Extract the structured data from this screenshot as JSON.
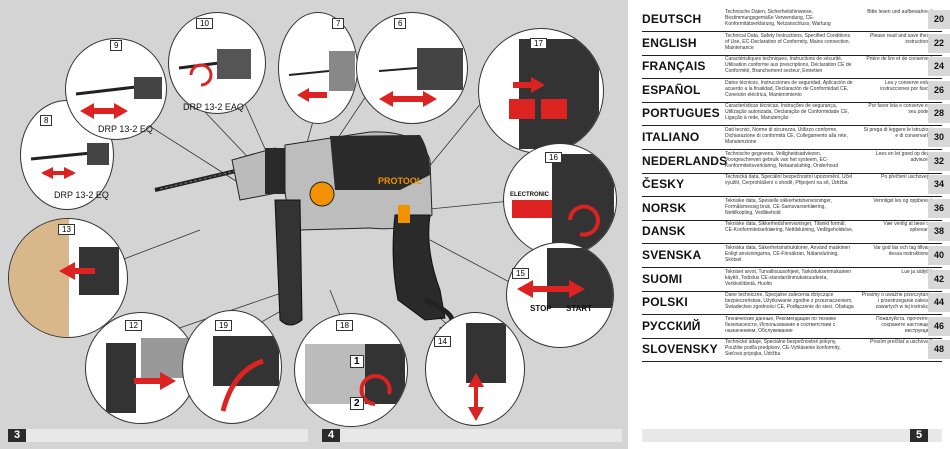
{
  "pages": {
    "left_a": "3",
    "left_b": "4",
    "right": "5"
  },
  "brand": "PROTOOL",
  "figures": {
    "fig8": {
      "num": "8",
      "label": "DRP 13-2 EQ"
    },
    "fig9": {
      "num": "9",
      "label": "DRP 13-2 EQ"
    },
    "fig10": {
      "num": "10",
      "label": "DRP 13-2 EAQ"
    },
    "fig7": {
      "num": "7"
    },
    "fig6": {
      "num": "6"
    },
    "fig17": {
      "num": "17"
    },
    "fig16": {
      "num": "16",
      "label": "ELECTRONIC"
    },
    "fig15": {
      "num": "15",
      "stop": "STOP",
      "start": "START"
    },
    "fig13": {
      "num": "13"
    },
    "fig12": {
      "num": "12"
    },
    "fig19": {
      "num": "19"
    },
    "fig18": {
      "num": "18",
      "step1": "1",
      "step2": "2"
    },
    "fig14": {
      "num": "14"
    }
  },
  "languages": [
    {
      "name": "DEUTSCH",
      "desc": "Technische Daten, Sicherheitshinweise, Bestimmungsgemäße Verwendung, CE-Konformitätserklärung, Netzanschluss, Wartung",
      "note": "Bitte lesen und aufbewahren!",
      "page": "20"
    },
    {
      "name": "ENGLISH",
      "desc": "Technical Data, Safety Instructions, Specified Conditions of Use, EC-Declaration of Conformity, Mains connection, Maintenance",
      "note": "Please read and save these instructions!",
      "page": "22"
    },
    {
      "name": "FRANÇAIS",
      "desc": "Caractéristiques techniques, Instructions de sécurité, Utilisation conforme aux prescriptions, Déclaration CE de Conformité, Branchement secteur, Entretien",
      "note": "Prière de lire et de conserver!",
      "page": "24"
    },
    {
      "name": "ESPAÑOL",
      "desc": "Datos técnicos, Instrucciones de seguridad, Aplicación de acuerdo a la finalidad, Declaración de Conformidad CE, Conexión eléctrica, Mantenimiento",
      "note": "Lea y conserve estas instrucciones por favor!",
      "page": "26"
    },
    {
      "name": "PORTUGUES",
      "desc": "Características técnicas, Instruções de segurança, Utilização autorizada, Declaração de Conformidade CE, Ligação à rede, Manutenção",
      "note": "Por favor leia e conserve em seu poder!",
      "page": "28"
    },
    {
      "name": "ITALIANO",
      "desc": "Dati tecnici, Norme di sicurezza, Utilizzo conforme, Dichiarazione di conformità CE, Collegamento alla rete, Manutenzione",
      "note": "Si prega di leggere le istruzioni e di conservarle!",
      "page": "30"
    },
    {
      "name": "NEDERLANDS",
      "desc": "Technische gegevens, Veiligheidsadviezen, Voorgeschreven gebruik van het systeem, EC-Konformiteitsverklaring, Netaansluiting, Onderhoud",
      "note": "Lees en let goed op deze adviezen!",
      "page": "32"
    },
    {
      "name": "ČESKY",
      "desc": "Technická data, Speciální bezpečnostní upozornění, Účel využití, Cerprohlášení o shodě, Připojení na sít, Údržba",
      "note": "Po přečtení uschovejte",
      "page": "34"
    },
    {
      "name": "NORSK",
      "desc": "Tekniske data, Spesielle sikkerhetshenvisninger, Formålsmessig bruk, CE-Samsvarserklæring, Nettilkopling, Vedlikehold",
      "note": "Vennligst les og oppbevar!",
      "page": "36"
    },
    {
      "name": "DANSK",
      "desc": "Tekniske data, Sikkerhedshenvisninger, Tilsinkt formål, CE-Konformitetserklæring, Nettilslutning, Vedligeholdelse,",
      "note": "Vær venlig at læse og opbevare!",
      "page": "38"
    },
    {
      "name": "SVENSKA",
      "desc": "Tekniska data, Säkerhetsinstruktioner, Använd maskinen Enligt anvisningarna, CE-Försäkran, Nätanslutning, Skötsel",
      "note": "Var god läs och tag tillvara dessa instruktioner!",
      "page": "40"
    },
    {
      "name": "SUOMI",
      "desc": "Tekniset arvot, Turvallisuusohjeet, Tarkoituksenmukainen käyttö, Todistus CE-standardinmukaisuudesta, Verkkoliitäntä, Huolto",
      "note": "Lue ja säilytä!",
      "page": "42"
    },
    {
      "name": "POLSKI",
      "desc": "Dane techniczne, Specjalne zalecenia dotyczące bezpieczeństwa, Użytkowanie zgodne z przeznaczeniem, Świadectwo zgodności CE, Podłączenie do sieci, Obsługa",
      "note": "Prosimy o uważne przeczytanie i przestrzeganie zaleceń zawartych w tej instrukcji.",
      "page": "44"
    },
    {
      "name": "РУССКИЙ",
      "desc": "Технические данные, Рекомендации по технике безопасности, Использование в соответствии с назначением, Обслуживание",
      "note": "Пожалуйста, прочтите и сохраните настоящее инструкцию",
      "page": "46"
    },
    {
      "name": "SLOVENSKY",
      "desc": "Technické údaje, Špeciálne bezpečnostné pokyny, Použitie podľa predpisov, CE-Vyhlásenie konformity, Sieťová prípojka, Údržba",
      "note": "Prosím prečítať a uschovať!",
      "page": "48"
    }
  ]
}
